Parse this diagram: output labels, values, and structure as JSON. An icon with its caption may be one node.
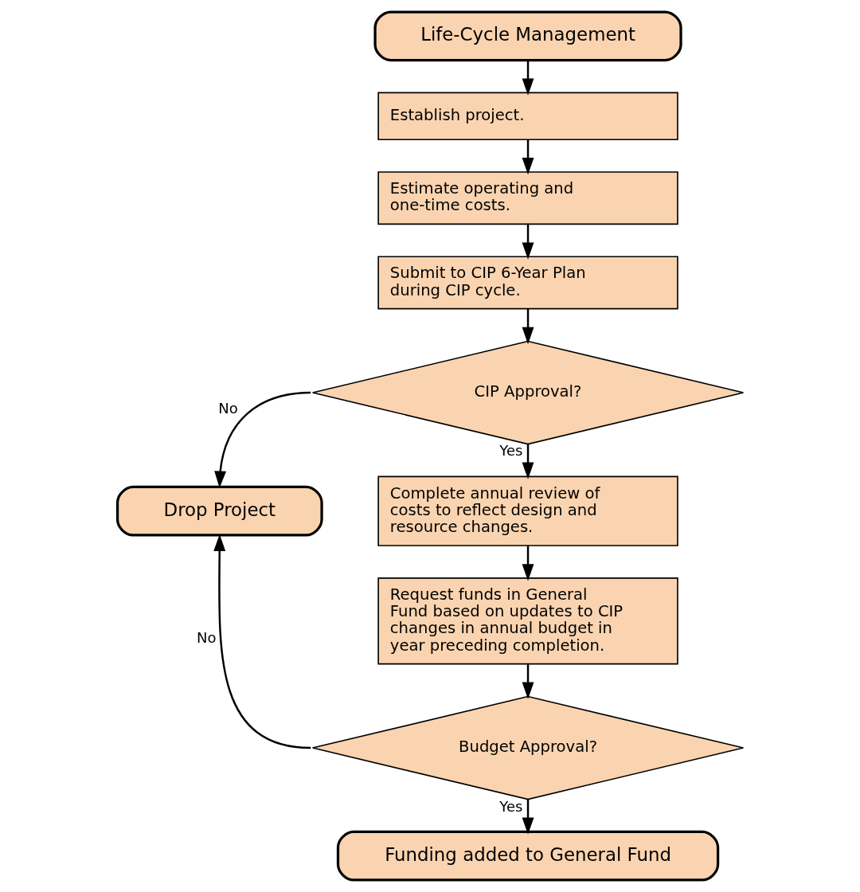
{
  "diagram": {
    "nodes": [
      {
        "text": [
          "Life-Cycle Management"
        ]
      },
      {
        "text": [
          "Establish project."
        ]
      },
      {
        "text": [
          "Estimate operating and one-time costs."
        ]
      },
      {
        "text": [
          "Submit to CIP 6-Year Plan during CIP cycle."
        ]
      },
      {
        "text": [
          "CIP Approval?"
        ]
      },
      {
        "text": [
          "Drop Project"
        ]
      },
      {
        "text": [
          "Complete annual review of costs to reflect design and resource changes."
        ]
      },
      {
        "text": [
          "Request funds in General Fund based on updates to CIP changes in annual budget in year preceding completion."
        ]
      },
      {
        "text": [
          "Budget Approval?"
        ]
      },
      {
        "text": [
          "Funding added to General Fund"
        ]
      }
    ],
    "edges": [
      {
        "from": 0,
        "to": 1,
        "arrow": "to"
      },
      {
        "from": 1,
        "to": 2,
        "arrow": "to"
      },
      {
        "from": 2,
        "to": 3,
        "arrow": "to"
      },
      {
        "from": 3,
        "to": 4,
        "arrow": "to"
      },
      {
        "from": 4,
        "to": 5,
        "label": "No",
        "arrow": "to"
      },
      {
        "from": 4,
        "to": 6,
        "label": "Yes",
        "arrow": "to"
      },
      {
        "from": 6,
        "to": 7,
        "arrow": "to"
      },
      {
        "from": 7,
        "to": 8,
        "arrow": "to"
      },
      {
        "from": 8,
        "to": 5,
        "label": "No",
        "arrow": "to"
      },
      {
        "from": 8,
        "to": 9,
        "label": "Yes",
        "arrow": "to"
      }
    ]
  }
}
